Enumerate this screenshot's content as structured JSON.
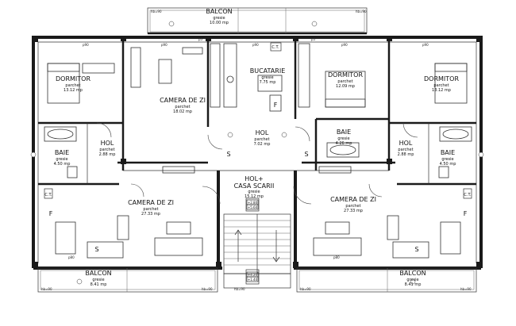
{
  "rooms": [
    {
      "id": "balcon-top",
      "name": "BALCON",
      "floor": "gresie",
      "area": "10.00 mp"
    },
    {
      "id": "dormitor-left",
      "name": "DORMITOR",
      "floor": "parchet",
      "area": "13.12 mp"
    },
    {
      "id": "camera-upper",
      "name": "CAMERA DE ZI",
      "floor": "parchet",
      "area": "18.02 mp"
    },
    {
      "id": "bucatarie",
      "name": "BUCATARIE",
      "floor": "gresie",
      "area": "7.75 mp"
    },
    {
      "id": "dormitor-center",
      "name": "DORMITOR",
      "floor": "parchet",
      "area": "12.09 mp"
    },
    {
      "id": "dormitor-right",
      "name": "DORMITOR",
      "floor": "parchet",
      "area": "13.12 mp"
    },
    {
      "id": "hol-center",
      "name": "HOL",
      "floor": "parchet",
      "area": "7.02 mp"
    },
    {
      "id": "hol-left",
      "name": "HOL",
      "floor": "parchet",
      "area": "2.88 mp"
    },
    {
      "id": "hol-right",
      "name": "HOL",
      "floor": "parchet",
      "area": "2.88 mp"
    },
    {
      "id": "baie-center",
      "name": "BAIE",
      "floor": "gresie",
      "area": "4.26 mp"
    },
    {
      "id": "baie-left",
      "name": "BAIE",
      "floor": "gresie",
      "area": "4.50 mp"
    },
    {
      "id": "baie-right",
      "name": "BAIE",
      "floor": "gresie",
      "area": "4.50 mp"
    },
    {
      "id": "hol-scara",
      "name": "HOL+",
      "name2": "CASA SCARII",
      "floor": "gresie",
      "area": "15.12 mp"
    },
    {
      "id": "camera-lower-left",
      "name": "CAMERA DE ZI",
      "floor": "parchet",
      "area": "27.33 mp"
    },
    {
      "id": "camera-lower-right",
      "name": "CAMERA DE ZI",
      "floor": "parchet",
      "area": "27.33 mp"
    },
    {
      "id": "balcon-left",
      "name": "BALCON",
      "floor": "gresie",
      "area": "8.41 mp"
    },
    {
      "id": "balcon-right",
      "name": "BALCON",
      "floor": "gresie",
      "area": "8.41 mp"
    }
  ],
  "fixtures": {
    "ct": "C.T.",
    "f": "F",
    "s": "S"
  },
  "levels": {
    "upper_a": "+2.80",
    "upper_b": "+5.60",
    "lower_a": "+4.20",
    "lower_b": "+1.40"
  },
  "openings": {
    "p90": "p90",
    "p80": "p80",
    "p5": "p5",
    "hb90": "hb=90"
  }
}
